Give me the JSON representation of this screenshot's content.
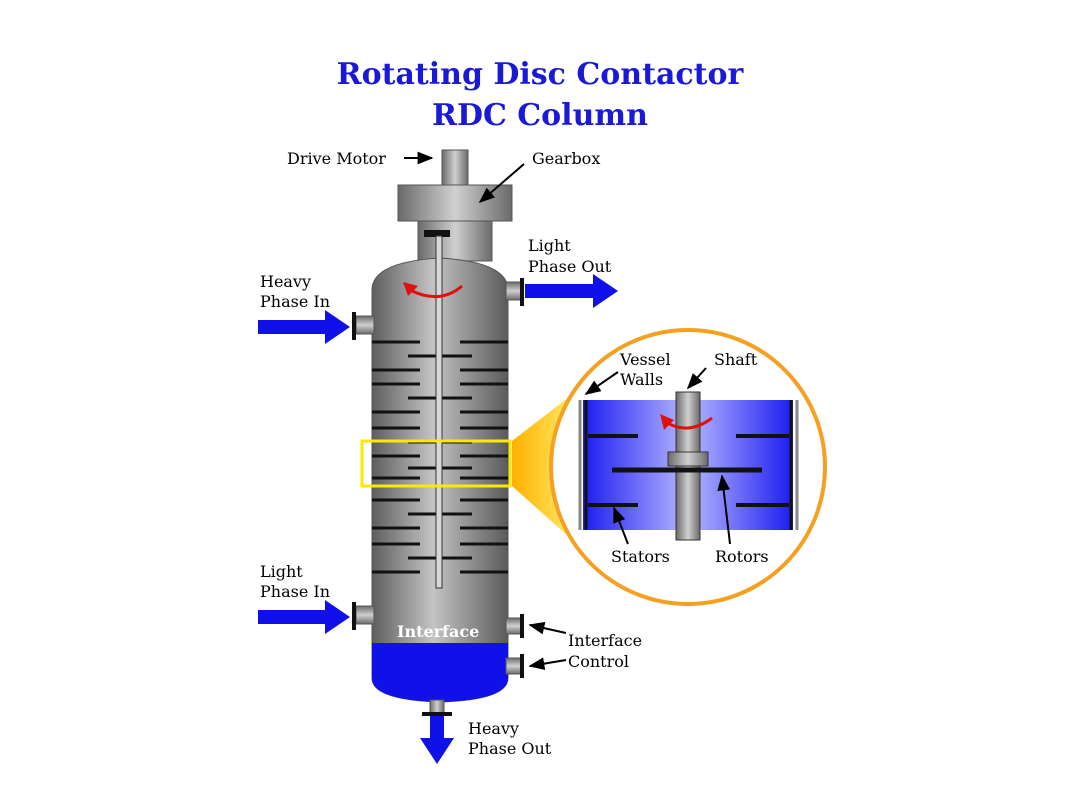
{
  "title": {
    "line1": "Rotating Disc Contactor",
    "line2": "RDC Column"
  },
  "labels": {
    "drive_motor": "Drive Motor",
    "gearbox": "Gearbox",
    "light_phase_out_1": "Light",
    "light_phase_out_2": "Phase Out",
    "heavy_phase_in_1": "Heavy",
    "heavy_phase_in_2": "Phase In",
    "light_phase_in_1": "Light",
    "light_phase_in_2": "Phase In",
    "interface": "Interface",
    "interface_control_1": "Interface",
    "interface_control_2": "Control",
    "heavy_phase_out_1": "Heavy",
    "heavy_phase_out_2": "Phase Out",
    "vessel_walls_1": "Vessel",
    "vessel_walls_2": "Walls",
    "shaft": "Shaft",
    "stators": "Stators",
    "rotors": "Rotors"
  },
  "colors": {
    "title": "#1a1ad6",
    "flow_arrow": "#1010e8",
    "heavy_phase": "#1010e8",
    "rotation_arrow": "#e01010",
    "highlight": "#ffe800",
    "zoom_ring": "#f5a020",
    "vessel": "#888888"
  }
}
